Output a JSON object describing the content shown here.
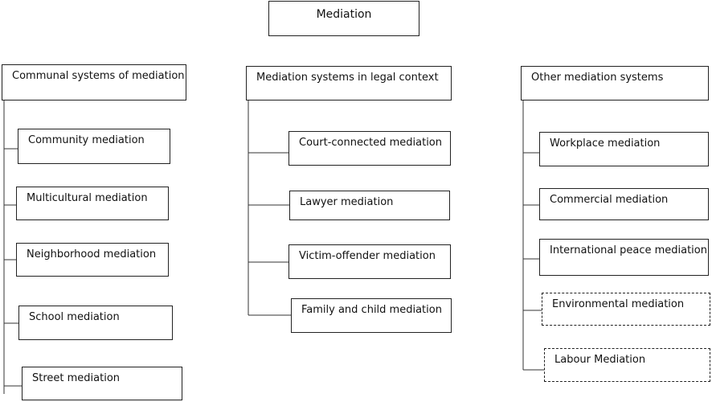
{
  "root": {
    "label": "Mediation"
  },
  "columns": [
    {
      "label": "Communal systems of mediation",
      "items": [
        {
          "label": "Community mediation",
          "dashed": false
        },
        {
          "label": "Multicultural mediation",
          "dashed": false
        },
        {
          "label": "Neighborhood mediation",
          "dashed": false
        },
        {
          "label": "School mediation",
          "dashed": false
        },
        {
          "label": "Street mediation",
          "dashed": false
        }
      ]
    },
    {
      "label": "Mediation systems in legal context",
      "items": [
        {
          "label": "Court-connected mediation",
          "dashed": false
        },
        {
          "label": "Lawyer mediation",
          "dashed": false
        },
        {
          "label": "Victim-offender mediation",
          "dashed": false
        },
        {
          "label": "Family and child mediation",
          "dashed": false
        }
      ]
    },
    {
      "label": "Other mediation systems",
      "items": [
        {
          "label": "Workplace mediation",
          "dashed": false
        },
        {
          "label": "Commercial mediation",
          "dashed": false
        },
        {
          "label": "International peace mediation",
          "dashed": false
        },
        {
          "label": "Environmental mediation",
          "dashed": true
        },
        {
          "label": "Labour Mediation",
          "dashed": true
        }
      ]
    }
  ]
}
